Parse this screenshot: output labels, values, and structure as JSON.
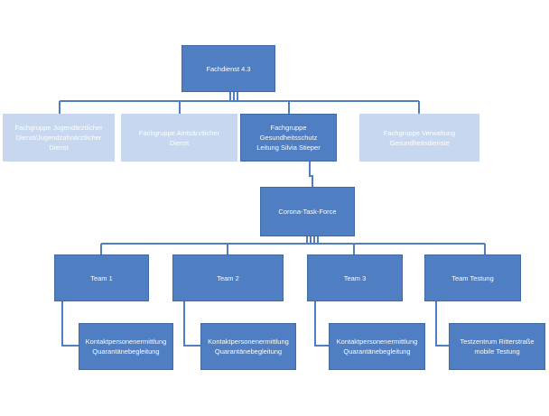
{
  "top": {
    "label": "Fachdienst 4.3"
  },
  "groups": [
    {
      "lines": [
        "Fachgruppe Jugendärztlicher",
        "Dienst/Jugendzahnärztlicher",
        "Dienst"
      ],
      "highlighted": false
    },
    {
      "lines": [
        "Fachgruppe Amtsärztlicher",
        "Dienst"
      ],
      "highlighted": false
    },
    {
      "lines": [
        "Fachgruppe Gesundheitsschutz",
        "Leitung Silvia Stieper"
      ],
      "highlighted": true
    },
    {
      "lines": [
        "Fachgruppe Verwaltung",
        "Gesundheitsdienste"
      ],
      "highlighted": false
    }
  ],
  "taskforce": {
    "label": "Corona-Task-Force"
  },
  "teams": [
    {
      "label": "Team 1",
      "sub": [
        "Kontaktpersonenermittlung",
        "Quarantänebegleitung"
      ]
    },
    {
      "label": "Team 2",
      "sub": [
        "Kontaktpersonenermittlung",
        "Quarantänebegleitung"
      ]
    },
    {
      "label": "Team 3",
      "sub": [
        "Kontaktpersonenermittlung",
        "Quarantänebegleitung"
      ]
    },
    {
      "label": "Team Testung",
      "sub": [
        "Testzentrum Ritterstraße",
        "mobile Testung"
      ]
    }
  ],
  "colors": {
    "box": "#4f7ec2",
    "faded": "#c6d7ef",
    "line": "#4f7ec2"
  }
}
